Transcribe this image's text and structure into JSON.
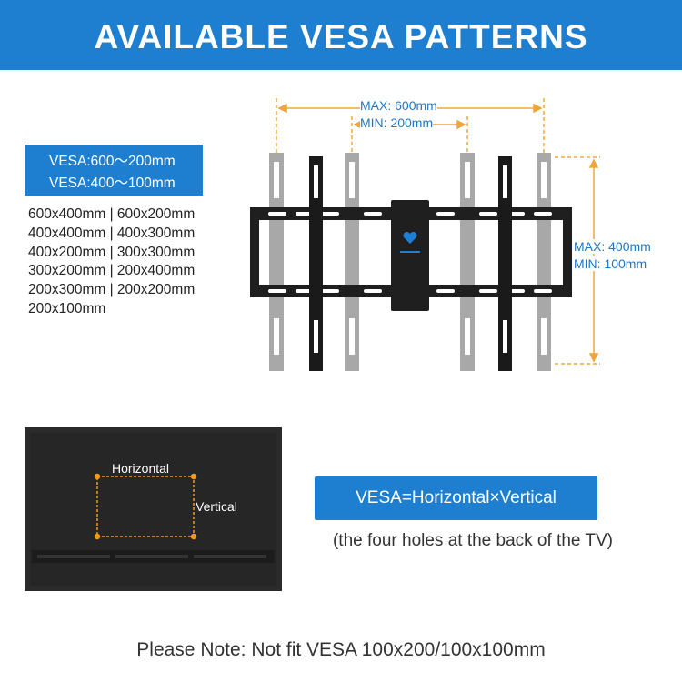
{
  "header": {
    "title": "AVAILABLE VESA PATTERNS",
    "bg_color": "#1e7fd0"
  },
  "vesa_ranges": {
    "line1": "VESA:600～200mm",
    "line2": "VESA:400～100mm"
  },
  "patterns": [
    "600x400mm | 600x200mm",
    "400x400mm | 400x300mm",
    "400x200mm | 300x300mm",
    "300x200mm | 200x400mm",
    "200x300mm | 200x200mm",
    "200x100mm"
  ],
  "diagram": {
    "max_width": "MAX: 600mm",
    "min_width": "MIN: 200mm",
    "max_height": "MAX: 400mm",
    "min_height": "MIN: 100mm",
    "dim_color": "#f0a53a",
    "label_color": "#1f77c4"
  },
  "tv_back": {
    "horizontal": "Horizontal",
    "vertical": "Vertical",
    "hole_color": "#f39a1e"
  },
  "formula": {
    "label": "VESA=Horizontal×Vertical",
    "subtitle": "(the four holes at the back of the TV)"
  },
  "note": "Please Note: Not fit VESA 100x200/100x100mm"
}
